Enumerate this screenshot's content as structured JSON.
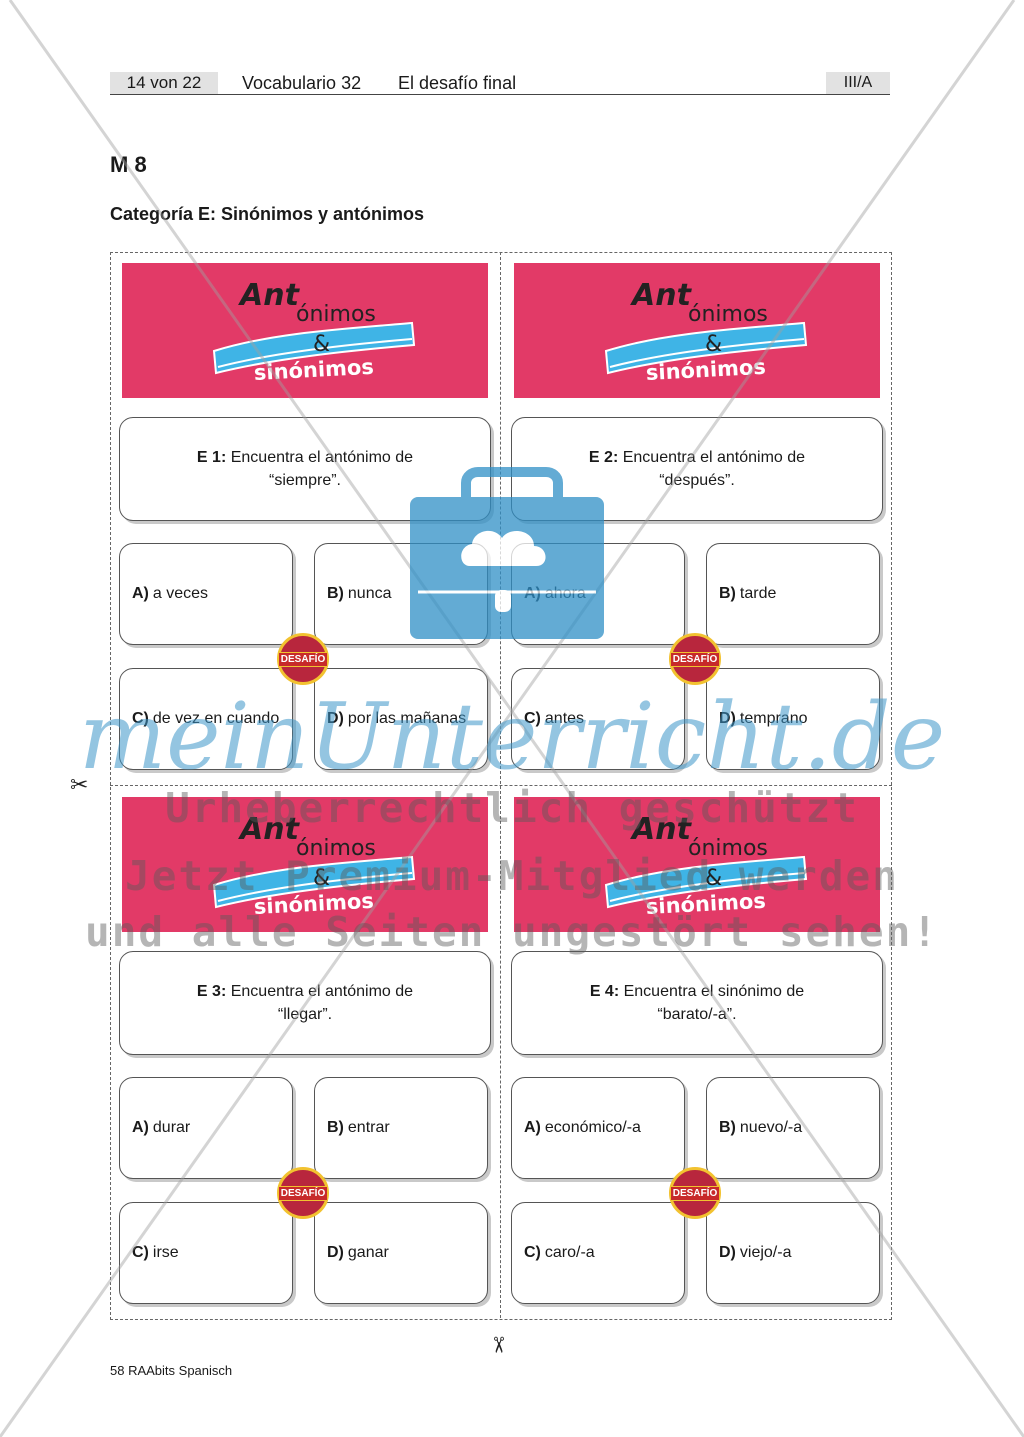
{
  "header": {
    "page": "14 von 22",
    "title": "Vocabulario 32",
    "subtitle": "El desafío final",
    "level": "III/A"
  },
  "material_title": "M 8",
  "category_title": "Categoría E: Sinónimos y antónimos",
  "banner": {
    "word_top": "Ant",
    "word_top_rest": "ónimos",
    "amp": "&",
    "word_bottom": "sinónimos",
    "bg_color": "#e23a67",
    "ribbon_color": "#3fb4e6"
  },
  "badge_label": "DESAFÍO",
  "cards": [
    {
      "q_label": "E 1:",
      "q_line1": "Encuentra el antónimo de",
      "q_line2": "“siempre”.",
      "answers": [
        {
          "letter": "A)",
          "text": "a veces"
        },
        {
          "letter": "B)",
          "text": "nunca"
        },
        {
          "letter": "C)",
          "text": "de vez en cuando"
        },
        {
          "letter": "D)",
          "text": "por las mañanas"
        }
      ]
    },
    {
      "q_label": "E 2:",
      "q_line1": "Encuentra el antónimo de",
      "q_line2": "“después”.",
      "answers": [
        {
          "letter": "A)",
          "text": "ahora"
        },
        {
          "letter": "B)",
          "text": "tarde"
        },
        {
          "letter": "C)",
          "text": "antes"
        },
        {
          "letter": "D)",
          "text": "temprano"
        }
      ]
    },
    {
      "q_label": "E 3:",
      "q_line1": "Encuentra el antónimo de",
      "q_line2": "“llegar”.",
      "answers": [
        {
          "letter": "A)",
          "text": "durar"
        },
        {
          "letter": "B)",
          "text": "entrar"
        },
        {
          "letter": "C)",
          "text": "irse"
        },
        {
          "letter": "D)",
          "text": "ganar"
        }
      ]
    },
    {
      "q_label": "E 4:",
      "q_line1": "Encuentra el sinónimo de",
      "q_line2": "“barato/-a”.",
      "answers": [
        {
          "letter": "A)",
          "text": "económico/-a"
        },
        {
          "letter": "B)",
          "text": "nuevo/-a"
        },
        {
          "letter": "C)",
          "text": "caro/-a"
        },
        {
          "letter": "D)",
          "text": "viejo/-a"
        }
      ]
    }
  ],
  "footer": "58 RAAbits Spanisch",
  "watermark": {
    "brand": "meinUnterricht.de",
    "line1": "Urheberrechtlich geschützt",
    "line2": "Jetzt Premium-Mitglied werden",
    "line3": "und alle Seiten ungestört sehen!"
  },
  "icons": {
    "scissors": "✂",
    "briefcase": "briefcase-cloud-icon"
  }
}
